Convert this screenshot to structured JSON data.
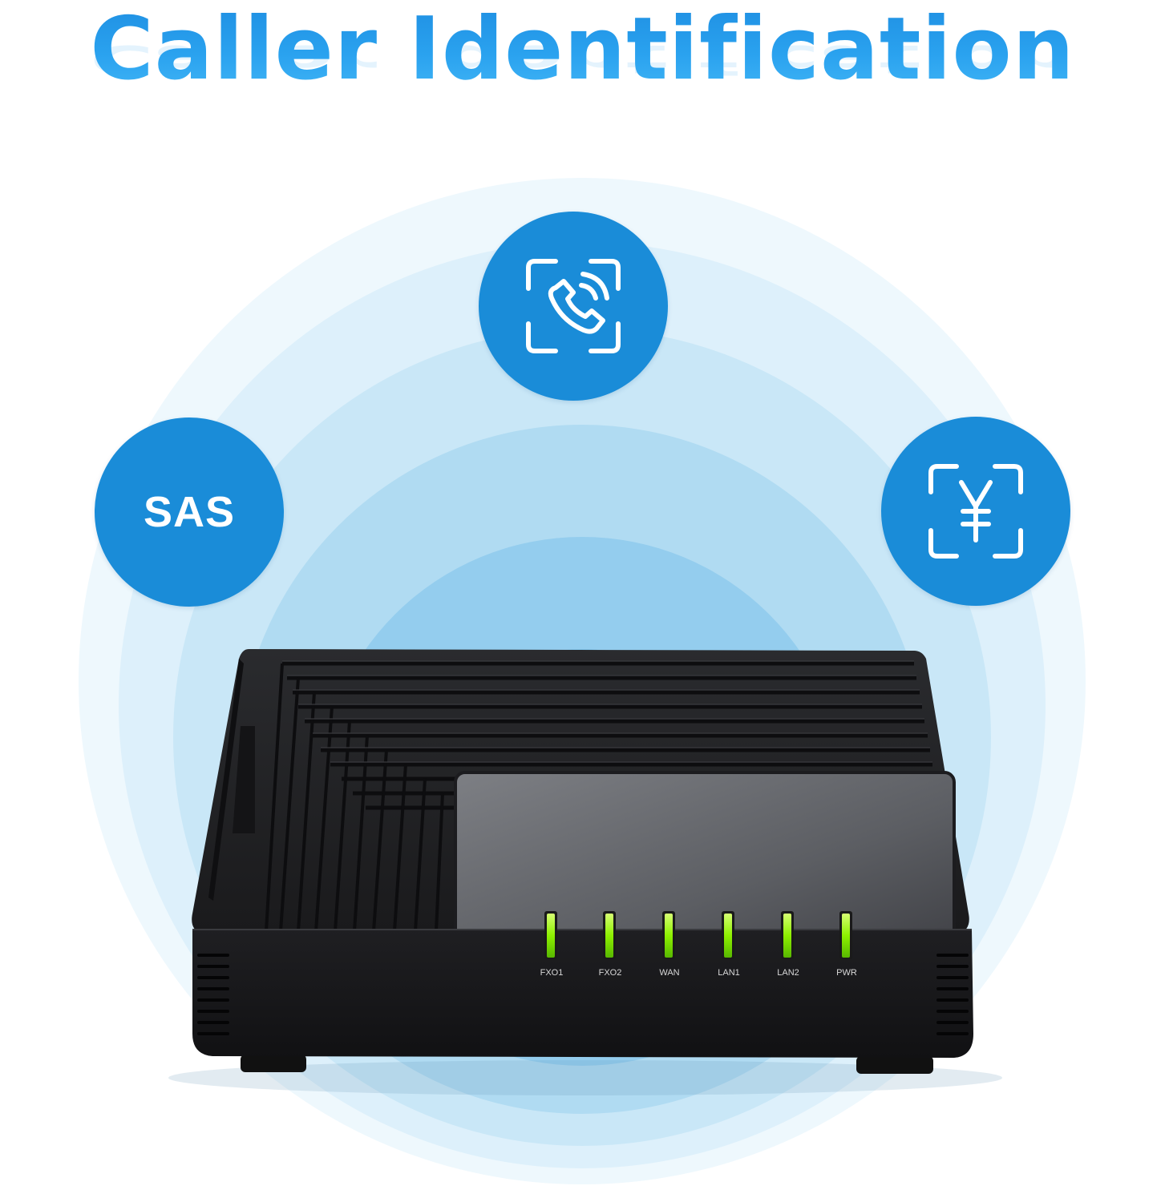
{
  "title": "Caller Identification",
  "badges": {
    "sas": {
      "label": "SAS",
      "icon": "sas-badge"
    },
    "phone": {
      "icon": "phone-scan-icon"
    },
    "yen": {
      "icon": "yen-scan-icon"
    }
  },
  "device": {
    "leds": [
      {
        "label": "FXO1",
        "color": "#7cff00"
      },
      {
        "label": "FXO2",
        "color": "#7cff00"
      },
      {
        "label": "WAN",
        "color": "#7cff00"
      },
      {
        "label": "LAN1",
        "color": "#7cff00"
      },
      {
        "label": "LAN2",
        "color": "#7cff00"
      },
      {
        "label": "PWR",
        "color": "#7cff00"
      }
    ]
  },
  "colors": {
    "title": "#1f94e3",
    "badge": "#1a8cd8",
    "ring_outer": "#eef8fd",
    "ring_inner": "#7ec4ea",
    "device_body": "#1b1b1d"
  }
}
